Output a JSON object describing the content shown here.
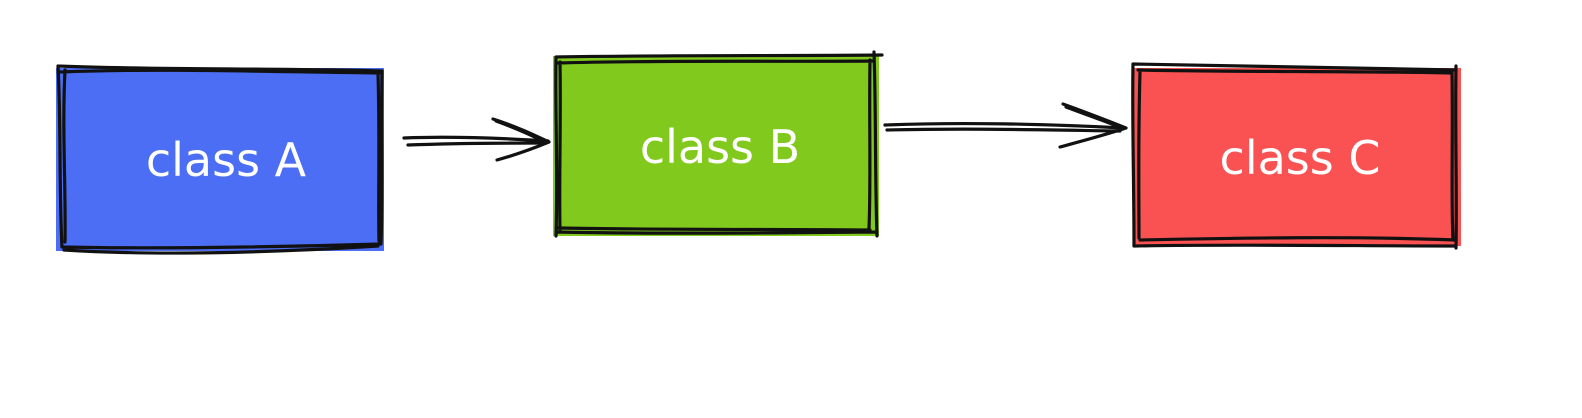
{
  "diagram": {
    "nodes": [
      {
        "id": "a",
        "label": "class A",
        "color": "#4c6ef5"
      },
      {
        "id": "b",
        "label": "class B",
        "color": "#82c91e"
      },
      {
        "id": "c",
        "label": "class C",
        "color": "#fa5252"
      }
    ],
    "edges": [
      {
        "from": "a",
        "to": "b"
      },
      {
        "from": "b",
        "to": "c"
      }
    ]
  }
}
